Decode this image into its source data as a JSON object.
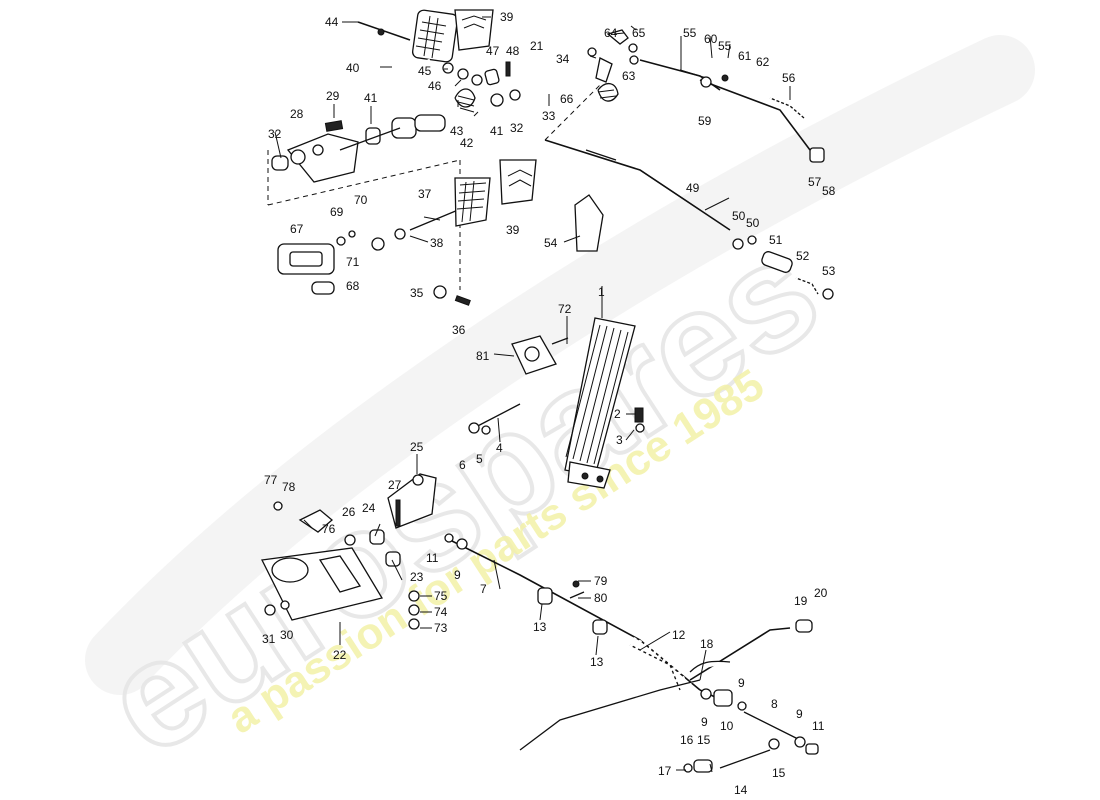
{
  "watermark": {
    "brand": "eurospares",
    "tagline": "a passion for parts since 1985",
    "colors": {
      "logo": "#e9e9e9",
      "tagline": "#f3f1a8"
    }
  },
  "diagram": {
    "title": "",
    "callouts": [
      {
        "id": "c44",
        "label": "44"
      },
      {
        "id": "c39a",
        "label": "39"
      },
      {
        "id": "c47",
        "label": "47"
      },
      {
        "id": "c48",
        "label": "48"
      },
      {
        "id": "c21",
        "label": "21"
      },
      {
        "id": "c64",
        "label": "64"
      },
      {
        "id": "c65",
        "label": "65"
      },
      {
        "id": "c55a",
        "label": "55"
      },
      {
        "id": "c60",
        "label": "60"
      },
      {
        "id": "c55b",
        "label": "55"
      },
      {
        "id": "c61",
        "label": "61"
      },
      {
        "id": "c62",
        "label": "62"
      },
      {
        "id": "c56",
        "label": "56"
      },
      {
        "id": "c40",
        "label": "40"
      },
      {
        "id": "c45",
        "label": "45"
      },
      {
        "id": "c46",
        "label": "46"
      },
      {
        "id": "c34",
        "label": "34"
      },
      {
        "id": "c63",
        "label": "63"
      },
      {
        "id": "c29",
        "label": "29"
      },
      {
        "id": "c41a",
        "label": "41"
      },
      {
        "id": "c43",
        "label": "43"
      },
      {
        "id": "c41b",
        "label": "41"
      },
      {
        "id": "c32a",
        "label": "32"
      },
      {
        "id": "c66",
        "label": "66"
      },
      {
        "id": "c59",
        "label": "59"
      },
      {
        "id": "c28",
        "label": "28"
      },
      {
        "id": "c33",
        "label": "33"
      },
      {
        "id": "c32b",
        "label": "32"
      },
      {
        "id": "c42",
        "label": "42"
      },
      {
        "id": "c57",
        "label": "57"
      },
      {
        "id": "c58",
        "label": "58"
      },
      {
        "id": "c37",
        "label": "37"
      },
      {
        "id": "c49",
        "label": "49"
      },
      {
        "id": "c70",
        "label": "70"
      },
      {
        "id": "c69",
        "label": "69"
      },
      {
        "id": "c67",
        "label": "67"
      },
      {
        "id": "c50a",
        "label": "50"
      },
      {
        "id": "c50b",
        "label": "50"
      },
      {
        "id": "c38",
        "label": "38"
      },
      {
        "id": "c39b",
        "label": "39"
      },
      {
        "id": "c54",
        "label": "54"
      },
      {
        "id": "c51",
        "label": "51"
      },
      {
        "id": "c71",
        "label": "71"
      },
      {
        "id": "c52",
        "label": "52"
      },
      {
        "id": "c53",
        "label": "53"
      },
      {
        "id": "c68",
        "label": "68"
      },
      {
        "id": "c35",
        "label": "35"
      },
      {
        "id": "c1",
        "label": "1"
      },
      {
        "id": "c36",
        "label": "36"
      },
      {
        "id": "c72",
        "label": "72"
      },
      {
        "id": "c81",
        "label": "81"
      },
      {
        "id": "c2",
        "label": "2"
      },
      {
        "id": "c3",
        "label": "3"
      },
      {
        "id": "c4",
        "label": "4"
      },
      {
        "id": "c25",
        "label": "25"
      },
      {
        "id": "c6",
        "label": "6"
      },
      {
        "id": "c5",
        "label": "5"
      },
      {
        "id": "c77",
        "label": "77"
      },
      {
        "id": "c78",
        "label": "78"
      },
      {
        "id": "c27",
        "label": "27"
      },
      {
        "id": "c26",
        "label": "26"
      },
      {
        "id": "c24",
        "label": "24"
      },
      {
        "id": "c76",
        "label": "76"
      },
      {
        "id": "c11a",
        "label": "11"
      },
      {
        "id": "c9a",
        "label": "9"
      },
      {
        "id": "c23",
        "label": "23"
      },
      {
        "id": "c7",
        "label": "7"
      },
      {
        "id": "c79",
        "label": "79"
      },
      {
        "id": "c80",
        "label": "80"
      },
      {
        "id": "c75",
        "label": "75"
      },
      {
        "id": "c74",
        "label": "74"
      },
      {
        "id": "c73",
        "label": "73"
      },
      {
        "id": "c31",
        "label": "31"
      },
      {
        "id": "c30",
        "label": "30"
      },
      {
        "id": "c22",
        "label": "22"
      },
      {
        "id": "c13a",
        "label": "13"
      },
      {
        "id": "c12",
        "label": "12"
      },
      {
        "id": "c19",
        "label": "19"
      },
      {
        "id": "c20",
        "label": "20"
      },
      {
        "id": "c18",
        "label": "18"
      },
      {
        "id": "c13b",
        "label": "13"
      },
      {
        "id": "c9b",
        "label": "9"
      },
      {
        "id": "c10",
        "label": "10"
      },
      {
        "id": "c8",
        "label": "8"
      },
      {
        "id": "c9c",
        "label": "9"
      },
      {
        "id": "c9d",
        "label": "9"
      },
      {
        "id": "c11b",
        "label": "11"
      },
      {
        "id": "c16",
        "label": "16"
      },
      {
        "id": "c15a",
        "label": "15"
      },
      {
        "id": "c17",
        "label": "17"
      },
      {
        "id": "c15b",
        "label": "15"
      },
      {
        "id": "c14",
        "label": "14"
      }
    ]
  }
}
